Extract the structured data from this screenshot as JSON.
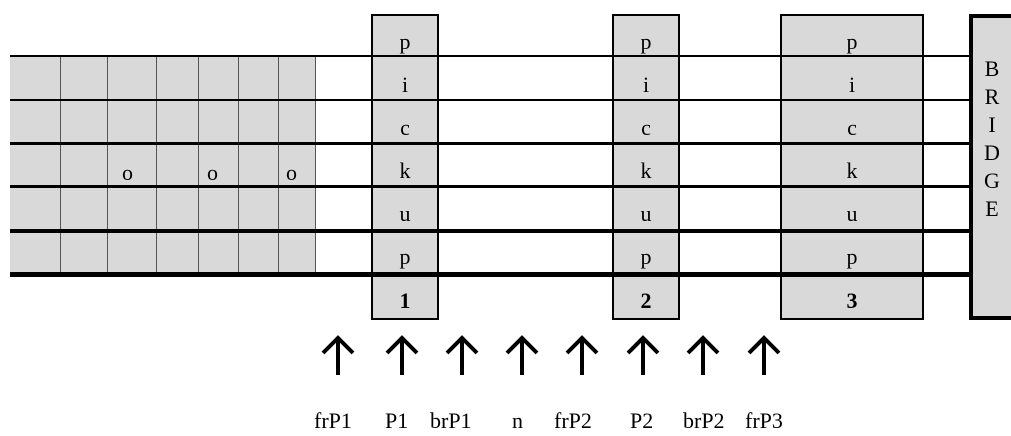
{
  "fret_markers": [
    "o",
    "o",
    "o"
  ],
  "pickups": [
    {
      "letters": [
        "p",
        "i",
        "c",
        "k",
        "u",
        "p"
      ],
      "number": "1"
    },
    {
      "letters": [
        "p",
        "i",
        "c",
        "k",
        "u",
        "p"
      ],
      "number": "2"
    },
    {
      "letters": [
        "p",
        "i",
        "c",
        "k",
        "u",
        "p"
      ],
      "number": "3"
    }
  ],
  "bridge": {
    "letters": [
      "B",
      "R",
      "I",
      "D",
      "G",
      "E"
    ]
  },
  "positions": [
    "frP1",
    "P1",
    "brP1",
    "n",
    "frP2",
    "P2",
    "brP2",
    "frP3"
  ],
  "colors": {
    "fill": "#d9d9d9",
    "line": "#000000",
    "background": "#ffffff"
  }
}
